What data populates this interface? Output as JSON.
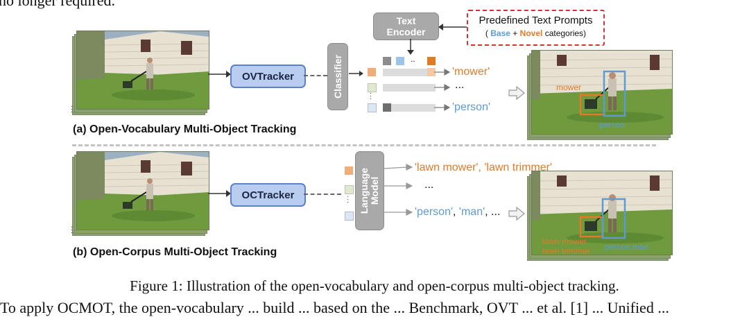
{
  "top_text": "no longer required.",
  "panel_a": {
    "tracker": "OVTracker",
    "classifier": "Classifier",
    "text_encoder": "Text\nEncoder",
    "prompt_title": "Predefined Text Prompts",
    "prompt_open": "(",
    "prompt_base": "Base",
    "prompt_plus": "+",
    "prompt_novel": "Novel",
    "prompt_rest": "categories)",
    "label_mower": "'mower'",
    "label_ellipsis": "...",
    "label_person": "'person'",
    "det_mower": "mower",
    "det_person": "person",
    "caption": "(a) Open-Vocabulary Multi-Object Tracking"
  },
  "panel_b": {
    "tracker": "OCTracker",
    "language_model": "Language\nModel",
    "label_lawn": "'lawn mower', 'lawn trimmer'",
    "label_ellipsis": "...",
    "label_person_a": "'person'",
    "label_comma": ", ",
    "label_man": "'man'",
    "label_tail": ", ...",
    "det_mower": "lawn mower",
    "det_trimmer": "lawn trimmer",
    "det_person": "person,man",
    "caption": "(b) Open-Corpus Multi-Object Tracking"
  },
  "figure_caption": "Figure 1: Illustration of the open-vocabulary and open-corpus multi-object tracking.",
  "bottom_text": "To apply OCMOT, the open-vocabulary ... build ... based on the ... Benchmark, OVT ... et al. [1] ... Unified ...",
  "colors": {
    "accent_orange": "#e07b28",
    "accent_blue": "#5b9bd5",
    "tracker_fill": "#b9cdf0",
    "prompt_border": "#d63030"
  }
}
